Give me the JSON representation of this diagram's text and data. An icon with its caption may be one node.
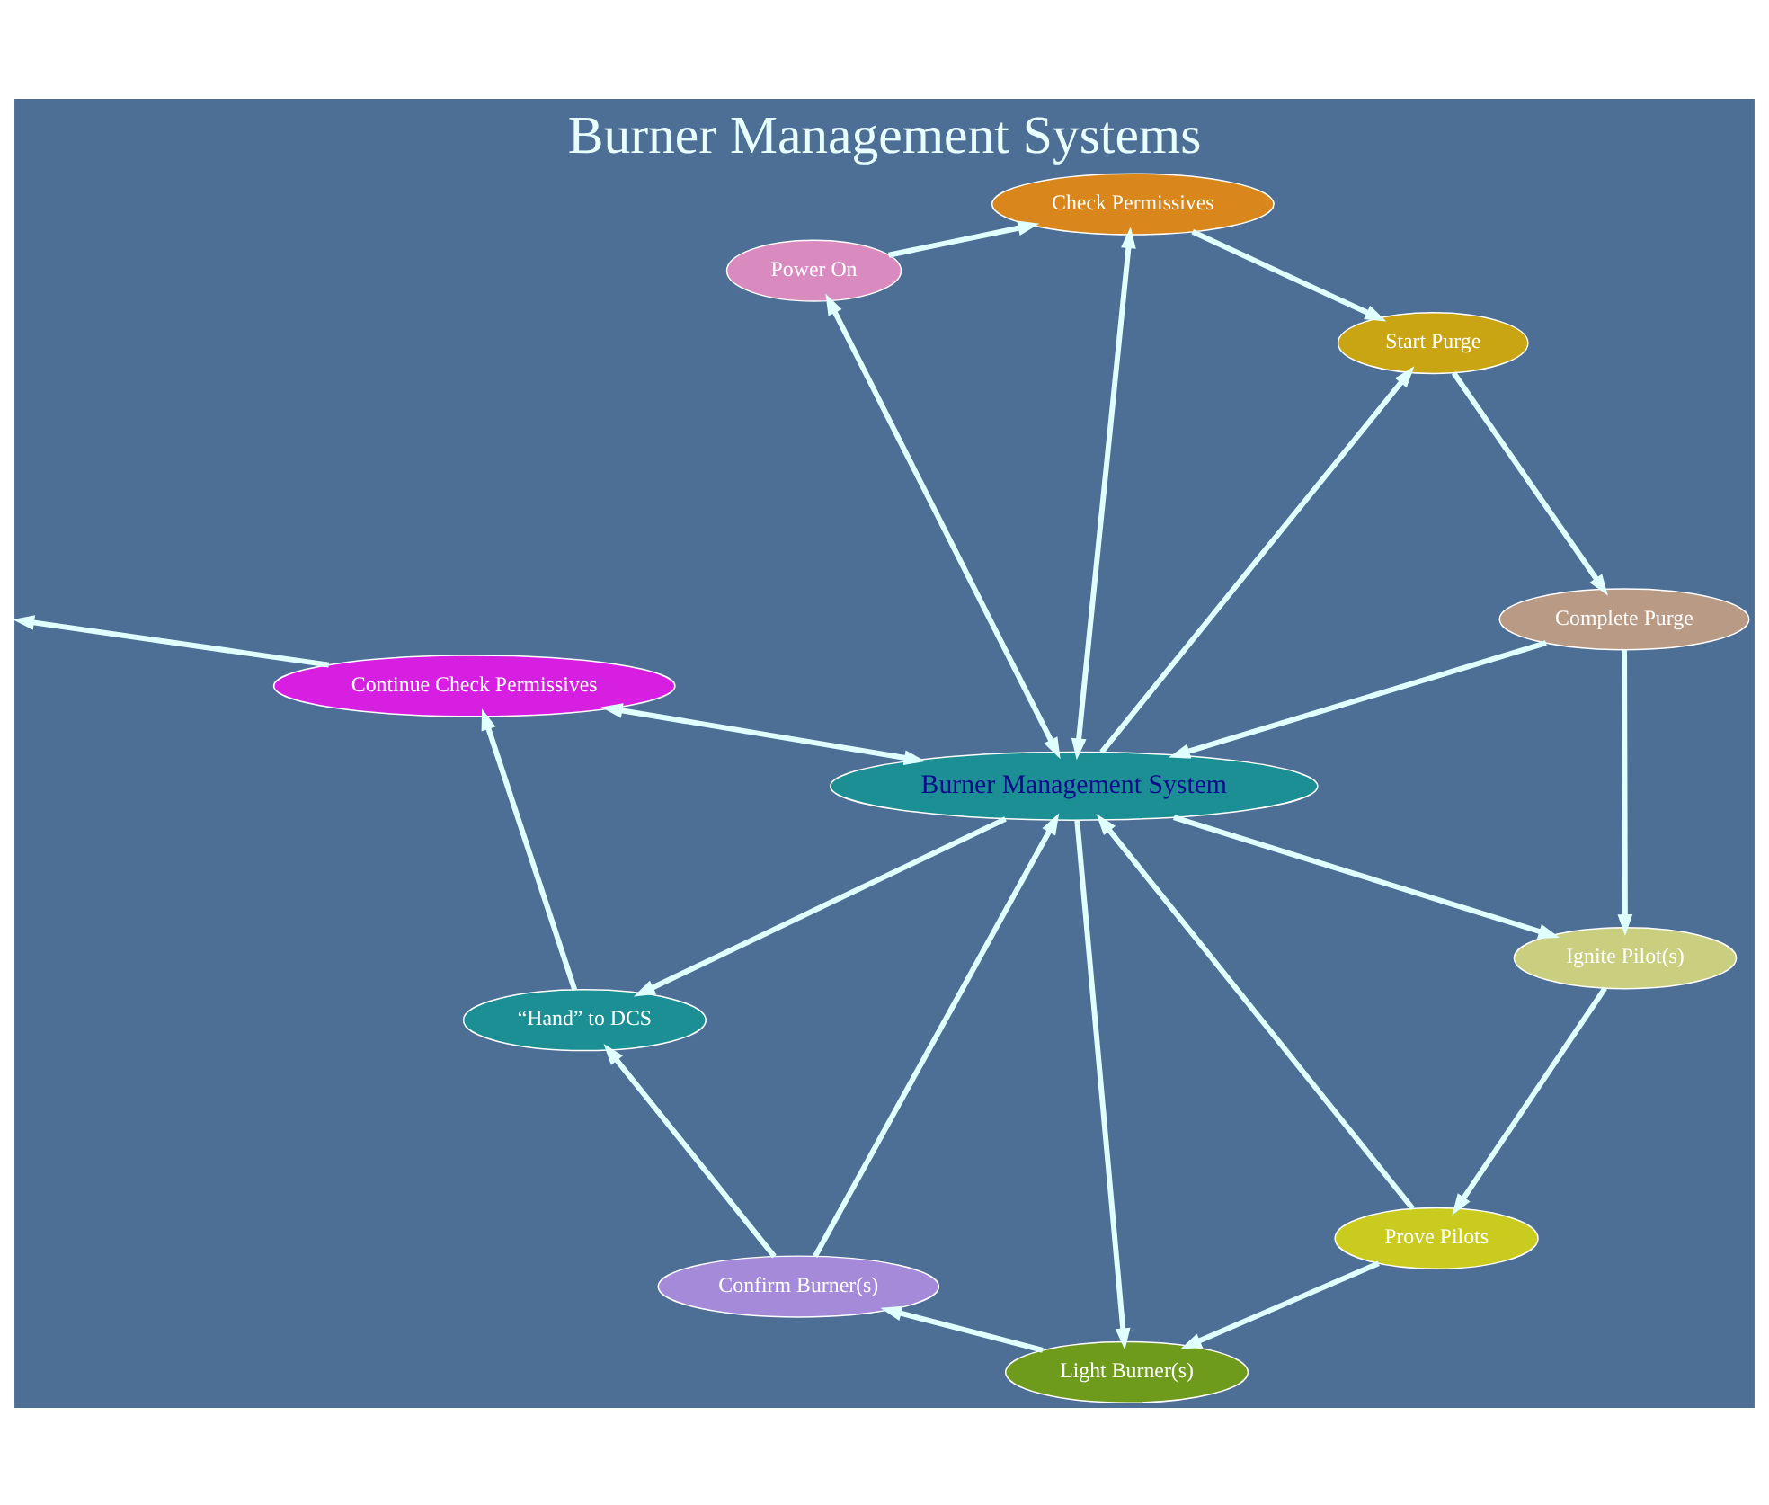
{
  "diagram": {
    "title": "Burner Management Systems",
    "nodes": [
      {
        "text": [
          "Power On"
        ]
      },
      {
        "text": [
          "Check Permissives"
        ]
      },
      {
        "text": [
          "Start Purge"
        ]
      },
      {
        "text": [
          "Continue Check Permissives"
        ]
      },
      {
        "text": [
          "Complete Purge"
        ]
      },
      {
        "text": [
          "Burner Management System"
        ]
      },
      {
        "text": [
          "“Hand” to DCS"
        ]
      },
      {
        "text": [
          "Ignite Pilot(s)"
        ]
      },
      {
        "text": [
          "Prove Pilots"
        ]
      },
      {
        "text": [
          "Confirm Burner(s)"
        ]
      },
      {
        "text": [
          "Light Burner(s)"
        ]
      }
    ],
    "edges": [
      {
        "from": 0,
        "to": 1,
        "arrow": "to"
      },
      {
        "from": 1,
        "to": 2,
        "arrow": "to"
      },
      {
        "from": 2,
        "to": 4,
        "arrow": "to"
      },
      {
        "from": 4,
        "to": 7,
        "arrow": "to"
      },
      {
        "from": 7,
        "to": 8,
        "arrow": "to"
      },
      {
        "from": 8,
        "to": 10,
        "arrow": "to"
      },
      {
        "from": 10,
        "to": 9,
        "arrow": "to"
      },
      {
        "from": 9,
        "to": 6,
        "arrow": "to"
      },
      {
        "from": 6,
        "to": 3,
        "arrow": "to"
      },
      {
        "from": 3,
        "to": null,
        "arrow": "to"
      },
      {
        "from": 5,
        "to": 0,
        "arrow": "both"
      },
      {
        "from": 5,
        "to": 1,
        "arrow": "both"
      },
      {
        "from": 5,
        "to": 2,
        "arrow": "to"
      },
      {
        "from": 4,
        "to": 5,
        "arrow": "to"
      },
      {
        "from": 5,
        "to": 7,
        "arrow": "to"
      },
      {
        "from": 8,
        "to": 5,
        "arrow": "to"
      },
      {
        "from": 5,
        "to": 10,
        "arrow": "to"
      },
      {
        "from": 9,
        "to": 5,
        "arrow": "to"
      },
      {
        "from": 5,
        "to": 6,
        "arrow": "to"
      },
      {
        "from": 5,
        "to": 3,
        "arrow": "both"
      }
    ]
  }
}
